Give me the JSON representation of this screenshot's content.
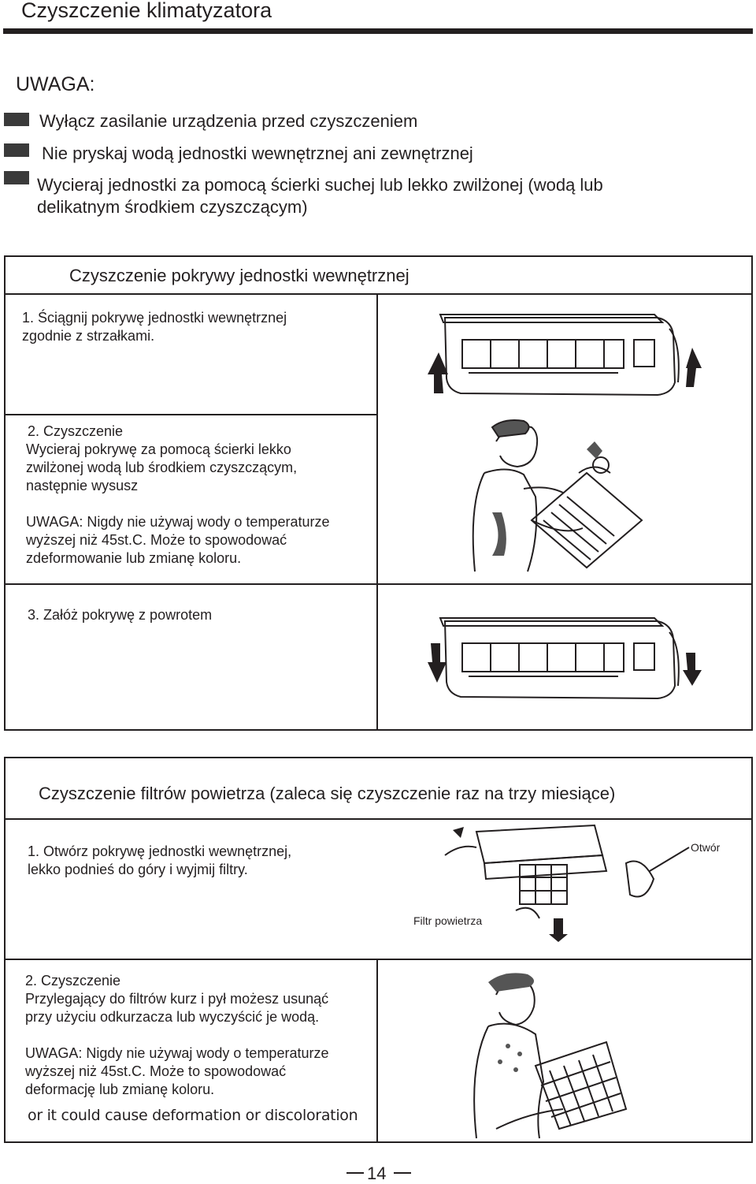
{
  "header": {
    "title": "Czyszczenie  klimatyzatora"
  },
  "warning": {
    "heading": "UWAGA:",
    "items": [
      "Wyłącz zasilanie urządzenia przed czyszczeniem",
      "Nie pryskaj wodą jednostki wewnętrznej ani zewnętrznej",
      "Wycieraj jednostki za pomocą ścierki suchej lub lekko zwilżonej (wodą lub",
      "delikatnym środkiem czyszczącym)"
    ]
  },
  "cover_section": {
    "title": "Czyszczenie pokrywy jednostki wewnętrznej",
    "step1": [
      "1.  Ściągnij pokrywę jednostki wewnętrznej",
      "zgodnie z strzałkami."
    ],
    "step2": [
      "2.  Czyszczenie",
      "Wycieraj pokrywę za pomocą ścierki lekko",
      " zwilżonej wodą lub środkiem czyszczącym,",
      "następnie wysusz"
    ],
    "step2_warning": [
      "UWAGA: Nigdy nie używaj wody o temperaturze",
      "wyższej niż 45st.C. Może to spowodować",
      "zdeformowanie lub zmianę koloru."
    ],
    "step3": "3.  Załóż pokrywę z powrotem"
  },
  "filter_section": {
    "title": "Czyszczenie filtrów powietrza (zaleca się czyszczenie raz na trzy miesiące)",
    "step1": [
      "1.  Otwórz pokrywę jednostki wewnętrznej,",
      "lekko podnieś  do góry i wyjmij filtry."
    ],
    "label_hole": "Otwór",
    "label_filter": "Filtr powietrza",
    "step2": [
      "2.  Czyszczenie",
      "Przylegający do filtrów kurz i pył możesz usunąć",
      "przy użyciu odkurzacza lub wyczyścić je wodą."
    ],
    "step2_warning": [
      "UWAGA: Nigdy nie używaj wody o temperaturze",
      "wyższej niż 45st.C. Może to spowodować",
      "deformację lub zmianę koloru."
    ],
    "footer_english": "or it could cause deformation or discoloration"
  },
  "page_number": "14"
}
